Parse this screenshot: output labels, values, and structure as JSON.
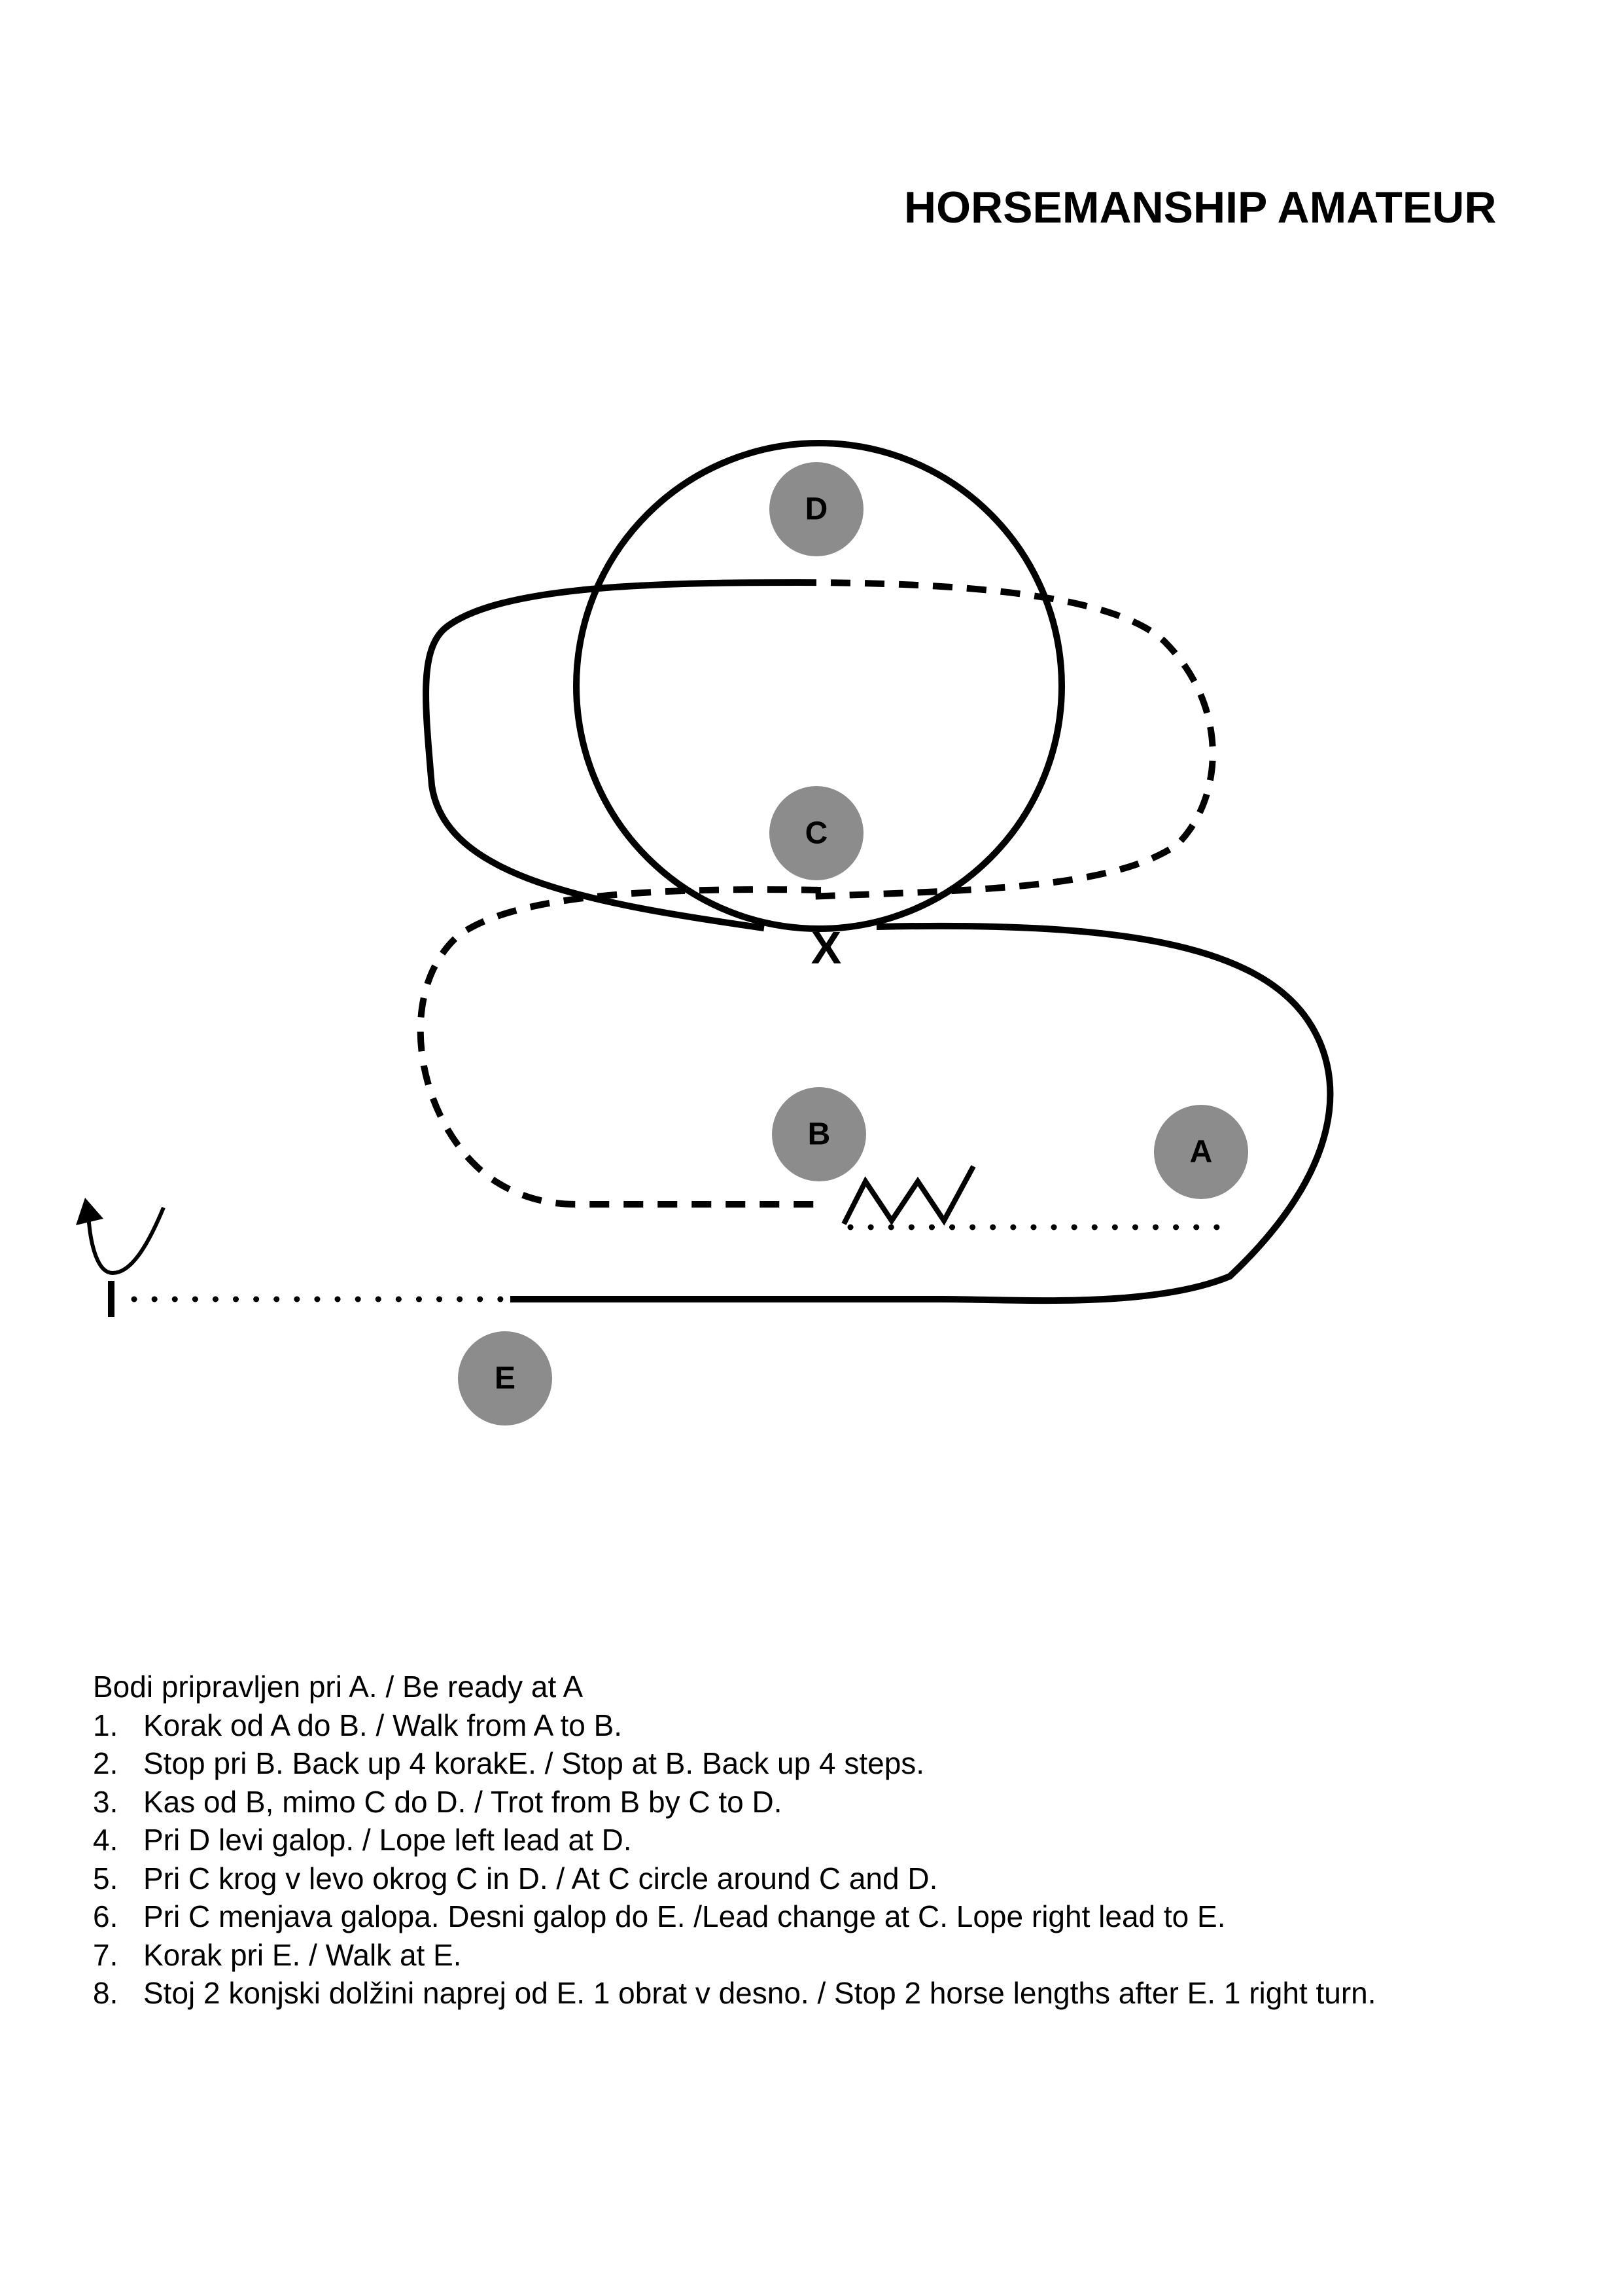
{
  "title": "HORSEMANSHIP AMATEUR",
  "markers": [
    {
      "id": "D",
      "label": "D"
    },
    {
      "id": "C",
      "label": "C"
    },
    {
      "id": "B",
      "label": "B"
    },
    {
      "id": "A",
      "label": "A"
    },
    {
      "id": "E",
      "label": "E"
    }
  ],
  "center_mark": "X",
  "colors": {
    "marker_fill": "#8c8c8c",
    "line": "#000000"
  },
  "icons": [
    "turn-arrow-icon",
    "backup-zigzag-icon",
    "start-bar-icon"
  ],
  "instructions": {
    "intro": "Bodi pripravljen pri A. / Be ready at A",
    "steps": [
      {
        "num": "1.",
        "text": "Korak od A do B. / Walk from A to B."
      },
      {
        "num": "2.",
        "text": "Stop pri B. Back up 4 korakE. / Stop at B. Back up 4 steps."
      },
      {
        "num": "3.",
        "text": "Kas od B, mimo C do D. / Trot from B by C to D."
      },
      {
        "num": "4.",
        "text": "Pri D levi galop. / Lope left lead at D."
      },
      {
        "num": "5.",
        "text": "Pri C krog v levo okrog C in D. / At C circle around C and D."
      },
      {
        "num": "6.",
        "text": "Pri C menjava galopa. Desni galop do E. /Lead change at C. Lope right lead to E."
      },
      {
        "num": "7.",
        "text": "Korak pri E. / Walk at E."
      },
      {
        "num": "8.",
        "text": "Stoj 2 konjski dolžini naprej od E. 1 obrat v desno. / Stop 2 horse lengths after E. 1 right turn."
      }
    ]
  }
}
